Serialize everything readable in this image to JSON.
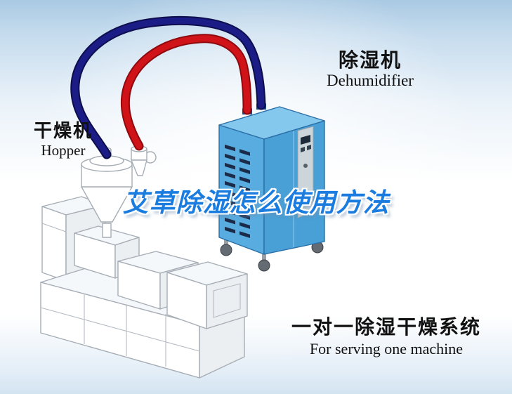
{
  "scene": {
    "title_overlay": "艾草除湿怎么使用方法",
    "dehumidifier_label": {
      "zh": "除湿机",
      "en": "Dehumidifier"
    },
    "hopper_label": {
      "zh": "干燥机",
      "en": "Hopper"
    },
    "system_label": {
      "zh": "一对一除湿干燥系统",
      "en": "For serving one machine"
    }
  },
  "colors": {
    "pipe_red": "#d01318",
    "pipe_red_outline": "#8f0a0e",
    "pipe_navy": "#1c1c86",
    "pipe_navy_outline": "#0d0d4d",
    "dehumidifier_top": "#85c8ee",
    "dehumidifier_front": "#58acdf",
    "dehumidifier_side": "#49a0d6",
    "title_blue": "#1b7ce0"
  }
}
